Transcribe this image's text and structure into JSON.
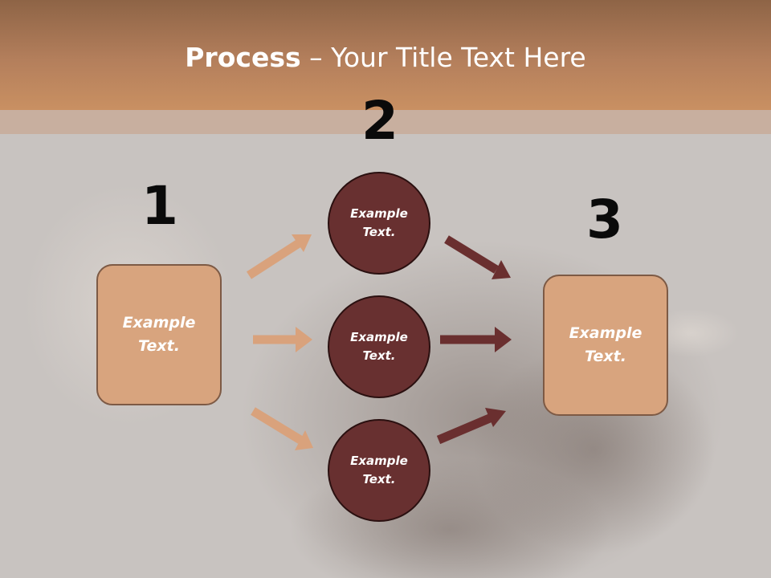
{
  "title": {
    "bold": "Process",
    "rest": " – Your Title Text Here"
  },
  "steps": {
    "one": "1",
    "two": "2",
    "three": "3"
  },
  "boxes": {
    "left": "Example\nText.",
    "right": "Example\nText."
  },
  "circles": {
    "top": "Example\nText.",
    "middle": "Example\nText.",
    "bottom": "Example\nText."
  },
  "colors": {
    "header": "#b47f5c",
    "box_fill": "#d8a47e",
    "circle_fill": "#683030",
    "arrow_light": "#d9a27c",
    "arrow_dark": "#6a2f2f"
  }
}
